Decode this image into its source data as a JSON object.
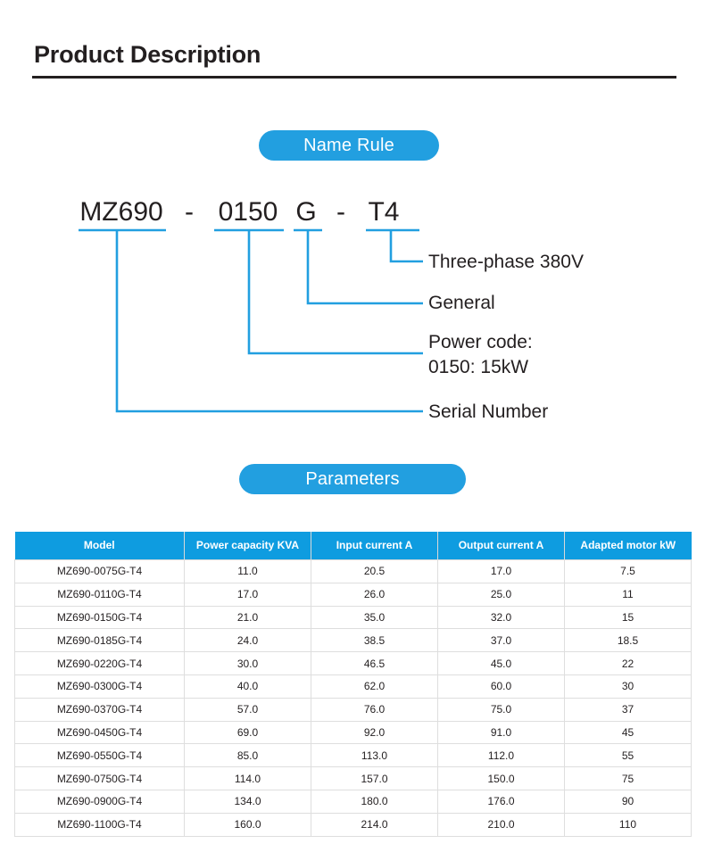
{
  "header": {
    "title": "Product Description"
  },
  "sections": {
    "name_rule_badge": "Name Rule",
    "parameters_badge": "Parameters"
  },
  "name_rule": {
    "code_parts": {
      "series": "MZ690",
      "dash1": "-",
      "power_code": "0150",
      "type": "G",
      "dash2": "-",
      "voltage": "T4"
    },
    "labels": {
      "voltage": "Three-phase 380V",
      "type": "General",
      "power_code_line1": "Power code:",
      "power_code_line2": "0150:  15kW",
      "series": "Serial Number"
    }
  },
  "parameters_table": {
    "columns": [
      "Model",
      "Power capacity KVA",
      "Input current A",
      "Output current A",
      "Adapted motor kW"
    ],
    "rows": [
      [
        "MZ690-0075G-T4",
        "11.0",
        "20.5",
        "17.0",
        "7.5"
      ],
      [
        "MZ690-0110G-T4",
        "17.0",
        "26.0",
        "25.0",
        "11"
      ],
      [
        "MZ690-0150G-T4",
        "21.0",
        "35.0",
        "32.0",
        "15"
      ],
      [
        "MZ690-0185G-T4",
        "24.0",
        "38.5",
        "37.0",
        "18.5"
      ],
      [
        "MZ690-0220G-T4",
        "30.0",
        "46.5",
        "45.0",
        "22"
      ],
      [
        "MZ690-0300G-T4",
        "40.0",
        "62.0",
        "60.0",
        "30"
      ],
      [
        "MZ690-0370G-T4",
        "57.0",
        "76.0",
        "75.0",
        "37"
      ],
      [
        "MZ690-0450G-T4",
        "69.0",
        "92.0",
        "91.0",
        "45"
      ],
      [
        "MZ690-0550G-T4",
        "85.0",
        "113.0",
        "112.0",
        "55"
      ],
      [
        "MZ690-0750G-T4",
        "114.0",
        "157.0",
        "150.0",
        "75"
      ],
      [
        "MZ690-0900G-T4",
        "134.0",
        "180.0",
        "176.0",
        "90"
      ],
      [
        "MZ690-1100G-T4",
        "160.0",
        "214.0",
        "210.0",
        "110"
      ]
    ]
  },
  "colors": {
    "accent_blue": "#229fe0",
    "table_header_blue": "#0e9ce0",
    "text_dark": "#231f20",
    "grid_line": "#dedede"
  }
}
